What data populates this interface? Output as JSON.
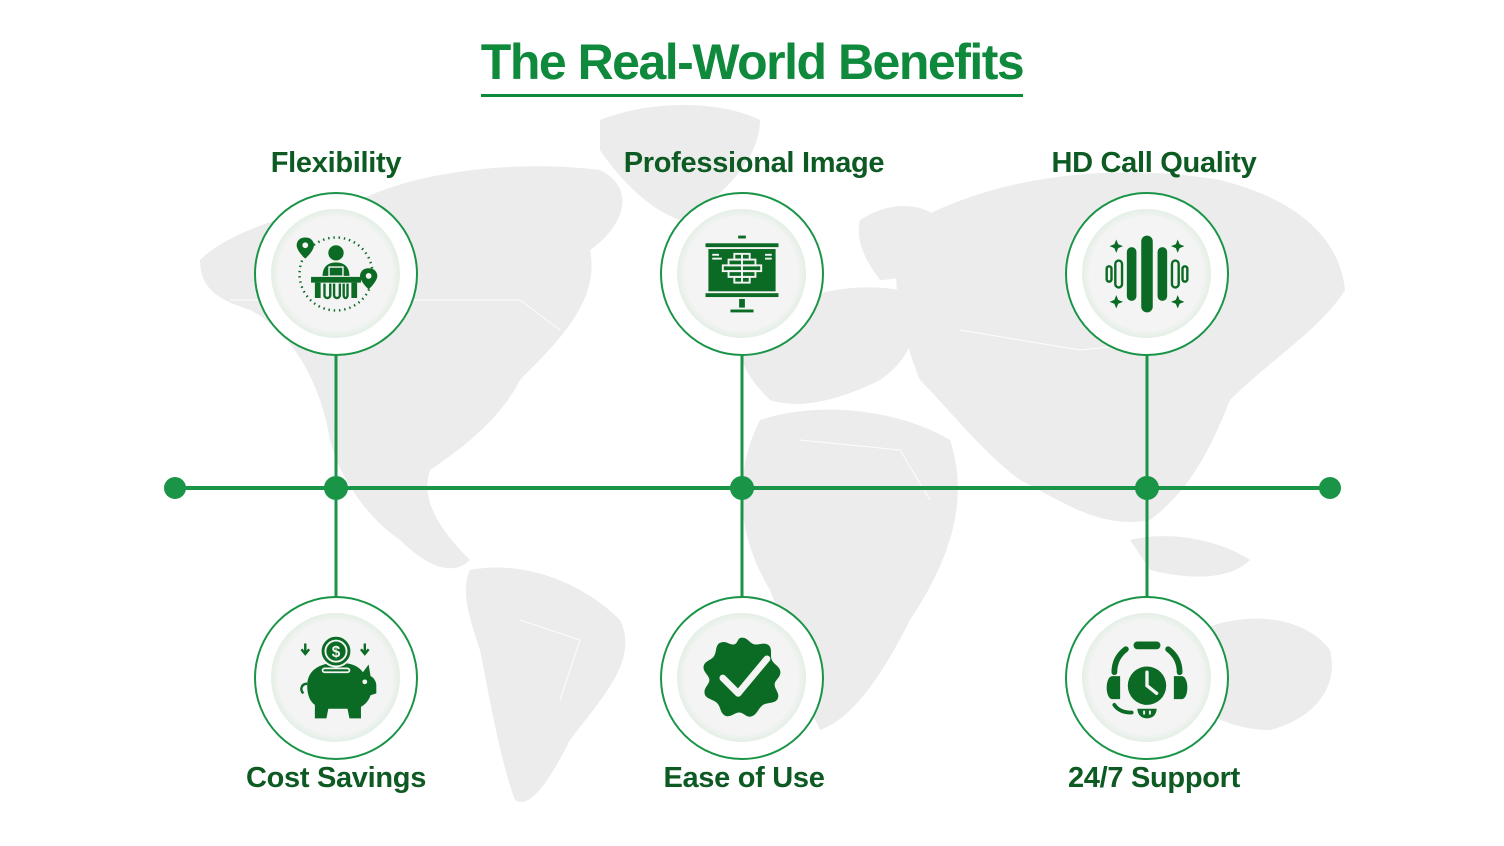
{
  "title": "The Real-World Benefits",
  "colors": {
    "primary_green": "#1a9447",
    "title_green": "#0f8a3c",
    "label_green": "#0d5a23",
    "icon_green": "#0b6b24",
    "map_gray": "#ececec"
  },
  "benefits_top": [
    {
      "label": "Flexibility",
      "icon": "remote-work-icon"
    },
    {
      "label": "Professional Image",
      "icon": "presentation-screen-icon"
    },
    {
      "label": "HD Call Quality",
      "icon": "sound-wave-icon"
    }
  ],
  "benefits_bottom": [
    {
      "label": "Cost Savings",
      "icon": "piggy-bank-icon"
    },
    {
      "label": "Ease of Use",
      "icon": "verified-badge-icon"
    },
    {
      "label": "24/7 Support",
      "icon": "headset-clock-icon"
    }
  ]
}
